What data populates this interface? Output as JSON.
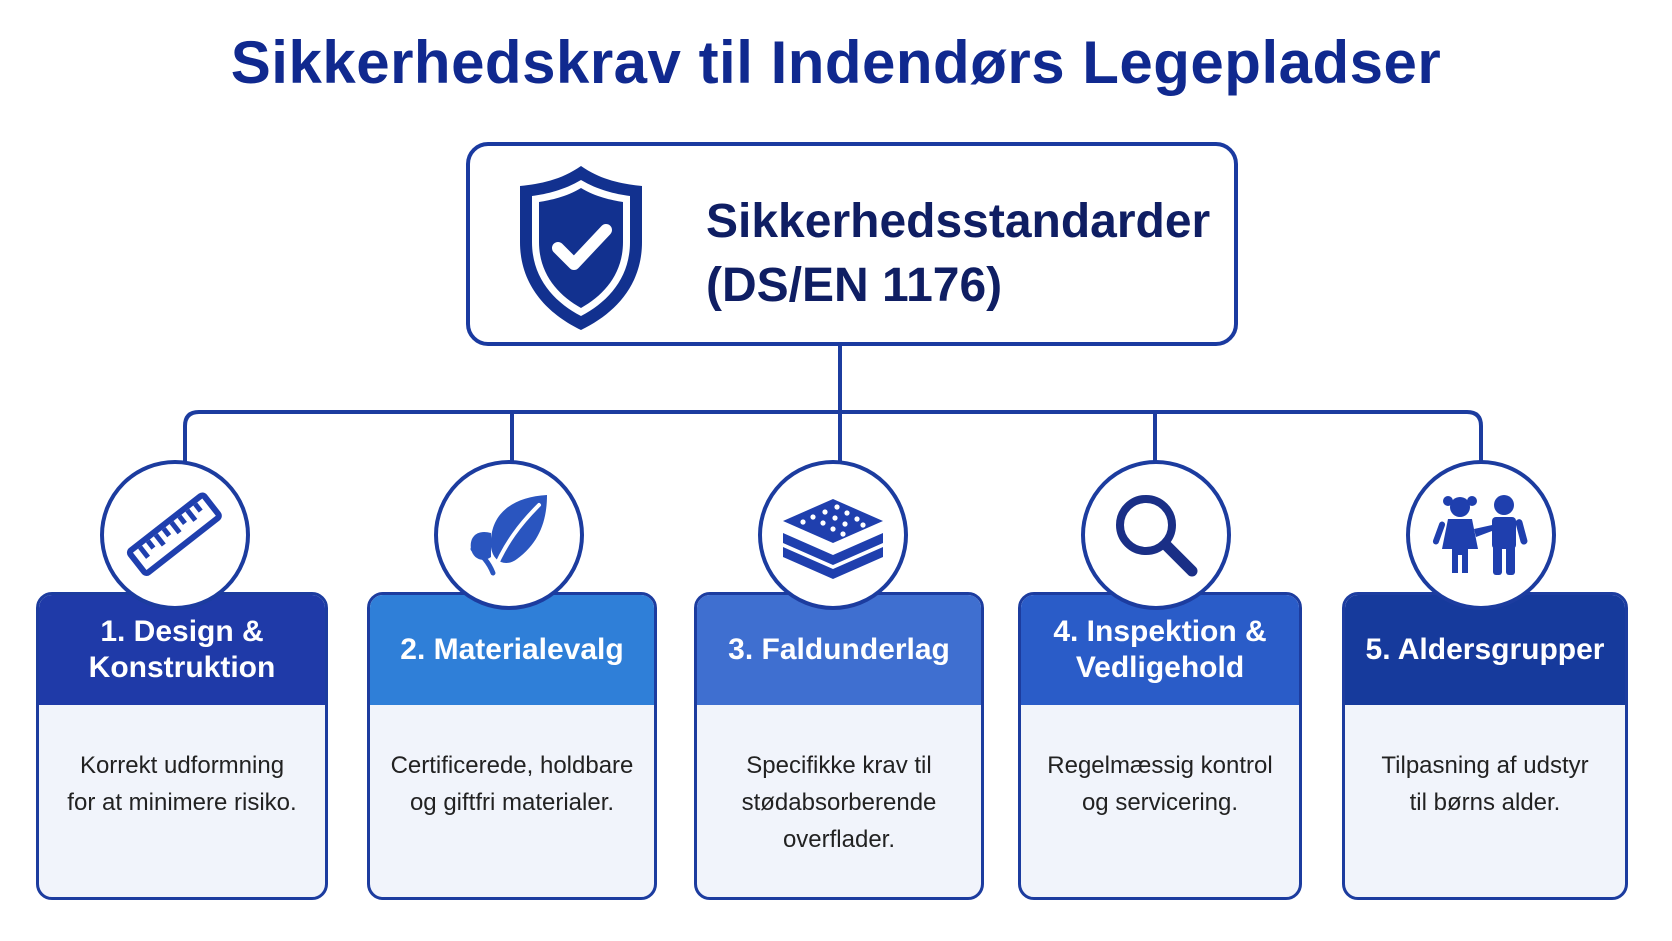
{
  "title": "Sikkerhedskrav til Indendørs Legepladser",
  "root": {
    "line1": "Sikkerhedsstandarder",
    "line2": "(DS/EN 1176)",
    "icon": "shield-check-icon"
  },
  "colors": {
    "title": "#10298f",
    "border": "#1c3c9f",
    "card_body_bg": "#f1f4fb"
  },
  "cards": [
    {
      "header_line1": "1. Design &",
      "header_line2": "Konstruktion",
      "body_line1": "Korrekt udformning",
      "body_line2": "for at minimere risiko.",
      "body_line3": "",
      "icon": "ruler-icon",
      "header_color": "#1f3aa8"
    },
    {
      "header_line1": "2. Materialevalg",
      "header_line2": "",
      "body_line1": "Certificerede, holdbare",
      "body_line2": "og giftfri materialer.",
      "body_line3": "",
      "icon": "leaf-icon",
      "header_color": "#2f7fd8"
    },
    {
      "header_line1": "3. Faldunderlag",
      "header_line2": "",
      "body_line1": "Specifikke krav til",
      "body_line2": "stødabsorberende",
      "body_line3": "overflader.",
      "icon": "mat-icon",
      "header_color": "#3f6fd0"
    },
    {
      "header_line1": "4. Inspektion &",
      "header_line2": "Vedligehold",
      "body_line1": "Regelmæssig kontrol",
      "body_line2": "og servicering.",
      "body_line3": "",
      "icon": "magnifier-icon",
      "header_color": "#2a5cc8"
    },
    {
      "header_line1": "5. Aldersgrupper",
      "header_line2": "",
      "body_line1": "Tilpasning af udstyr",
      "body_line2": "til børns alder.",
      "body_line3": "",
      "icon": "children-icon",
      "header_color": "#163a9c"
    }
  ]
}
